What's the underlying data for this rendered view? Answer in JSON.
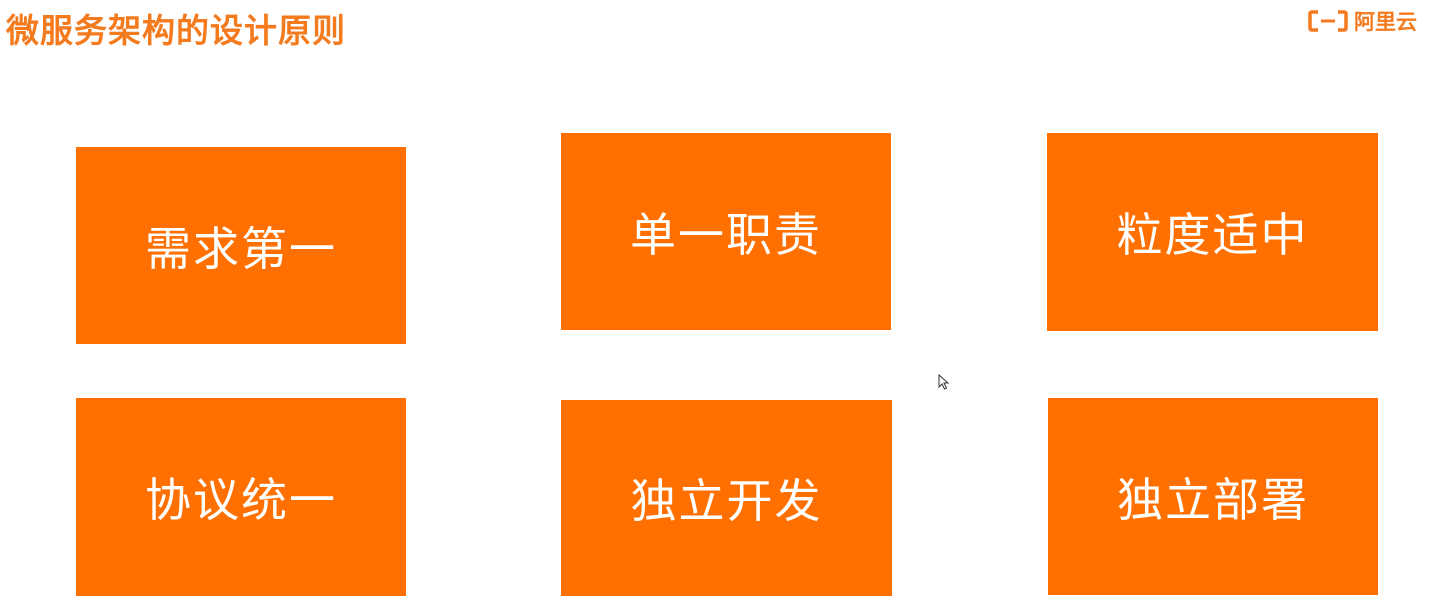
{
  "slide": {
    "title": "微服务架构的设计原则"
  },
  "logo": {
    "text": "阿里云",
    "icon": "aliyun-logo-icon",
    "color": "#f47a1e"
  },
  "cards": [
    {
      "label": "需求第一"
    },
    {
      "label": "单一职责"
    },
    {
      "label": "粒度适中"
    },
    {
      "label": "协议统一"
    },
    {
      "label": "独立开发"
    },
    {
      "label": "独立部署"
    }
  ],
  "colors": {
    "card_background": "#ff7000",
    "card_text": "#ffffff",
    "title": "#f47a1e",
    "page_background": "#ffffff"
  },
  "cursor": {
    "icon": "mouse-pointer-icon"
  }
}
